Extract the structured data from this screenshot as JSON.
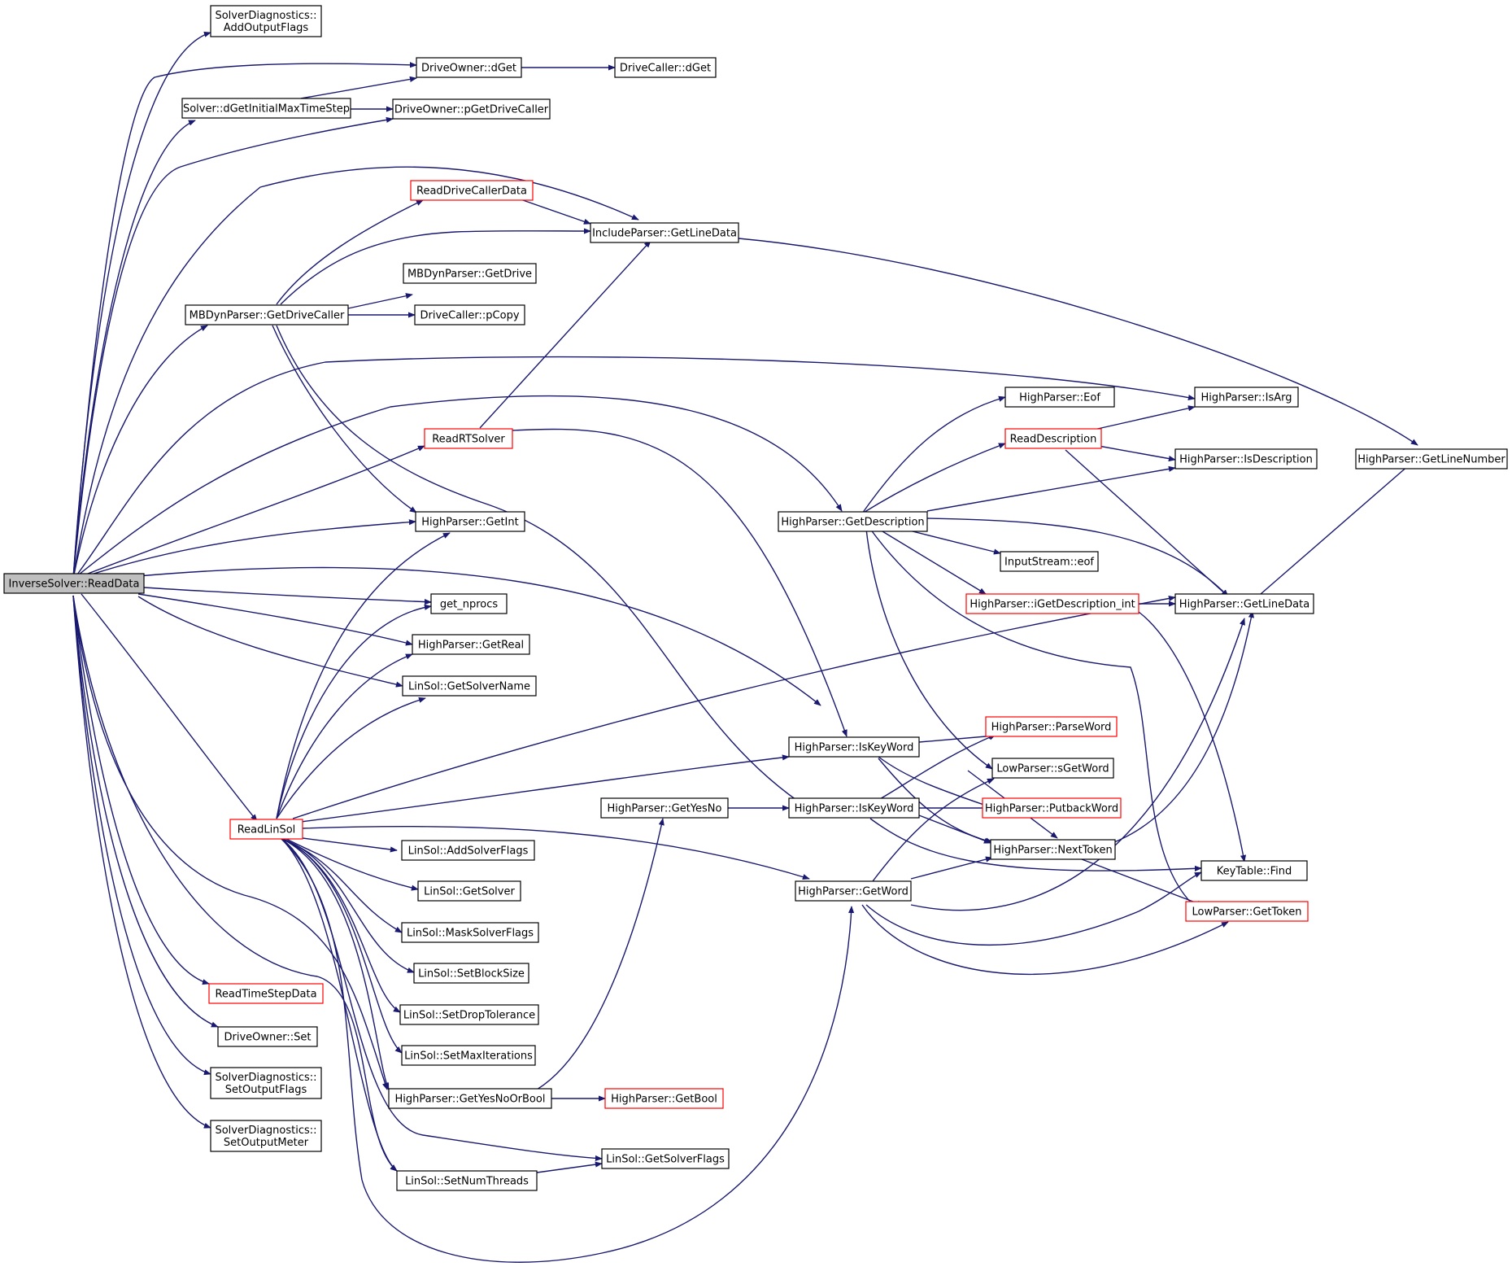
{
  "nodes": {
    "root": [
      "InverseSolver::ReadData"
    ],
    "sd_add": [
      "SolverDiagnostics::",
      "AddOutputFlags"
    ],
    "do_dget": [
      "DriveOwner::dGet"
    ],
    "dc_dget": [
      "DriveCaller::dGet"
    ],
    "solver_dgim": [
      "Solver::dGetInitialMaxTimeStep"
    ],
    "do_pget": [
      "DriveOwner::pGetDriveCaller"
    ],
    "read_dcd": [
      "ReadDriveCallerData"
    ],
    "ip_gld": [
      "IncludeParser::GetLineData"
    ],
    "mbd_gdrive": [
      "MBDynParser::GetDrive"
    ],
    "mbd_gdc": [
      "MBDynParser::GetDriveCaller"
    ],
    "dc_pcopy": [
      "DriveCaller::pCopy"
    ],
    "hp_eof": [
      "HighParser::Eof"
    ],
    "hp_isarg": [
      "HighParser::IsArg"
    ],
    "read_rts": [
      "ReadRTSolver"
    ],
    "read_desc": [
      "ReadDescription"
    ],
    "hp_isdesc": [
      "HighParser::IsDescription"
    ],
    "hp_gln": [
      "HighParser::GetLineNumber"
    ],
    "hp_gint": [
      "HighParser::GetInt"
    ],
    "hp_gdesc": [
      "HighParser::GetDescription"
    ],
    "is_eof": [
      "InputStream::eof"
    ],
    "get_nprocs": [
      "get_nprocs"
    ],
    "hp_igd": [
      "HighParser::iGetDescription_int"
    ],
    "hp_gld": [
      "HighParser::GetLineData"
    ],
    "hp_greal": [
      "HighParser::GetReal"
    ],
    "ls_gsn": [
      "LinSol::GetSolverName"
    ],
    "hp_pw": [
      "HighParser::ParseWord"
    ],
    "hp_ikw1": [
      "HighParser::IsKeyWord"
    ],
    "lp_sgw": [
      "LowParser::sGetWord"
    ],
    "hp_gyn": [
      "HighParser::GetYesNo"
    ],
    "hp_ikw2": [
      "HighParser::IsKeyWord"
    ],
    "hp_pbw": [
      "HighParser::PutbackWord"
    ],
    "read_ls": [
      "ReadLinSol"
    ],
    "hp_nt": [
      "HighParser::NextToken"
    ],
    "ls_asf": [
      "LinSol::AddSolverFlags"
    ],
    "kt_find": [
      "KeyTable::Find"
    ],
    "hp_gword": [
      "HighParser::GetWord"
    ],
    "ls_gs": [
      "LinSol::GetSolver"
    ],
    "lp_gtok": [
      "LowParser::GetToken"
    ],
    "ls_msf": [
      "LinSol::MaskSolverFlags"
    ],
    "ls_sbs": [
      "LinSol::SetBlockSize"
    ],
    "read_tsd": [
      "ReadTimeStepData"
    ],
    "ls_sdt": [
      "LinSol::SetDropTolerance"
    ],
    "do_set": [
      "DriveOwner::Set"
    ],
    "ls_smi": [
      "LinSol::SetMaxIterations"
    ],
    "sd_sof": [
      "SolverDiagnostics::",
      "SetOutputFlags"
    ],
    "hp_gynb": [
      "HighParser::GetYesNoOrBool"
    ],
    "hp_gbool": [
      "HighParser::GetBool"
    ],
    "sd_som": [
      "SolverDiagnostics::",
      "SetOutputMeter"
    ],
    "ls_gsf": [
      "LinSol::GetSolverFlags"
    ],
    "ls_snt": [
      "LinSol::SetNumThreads"
    ]
  },
  "red_nodes": [
    "read_dcd",
    "read_rts",
    "read_desc",
    "hp_igd",
    "hp_pw",
    "hp_pbw",
    "read_ls",
    "lp_gtok",
    "read_tsd",
    "hp_gbool"
  ],
  "colors": {
    "edge": "#191970",
    "node_border": "#000000",
    "red_border": "#ff0000",
    "root_fill": "#bfbfbf",
    "background": "#ffffff"
  }
}
